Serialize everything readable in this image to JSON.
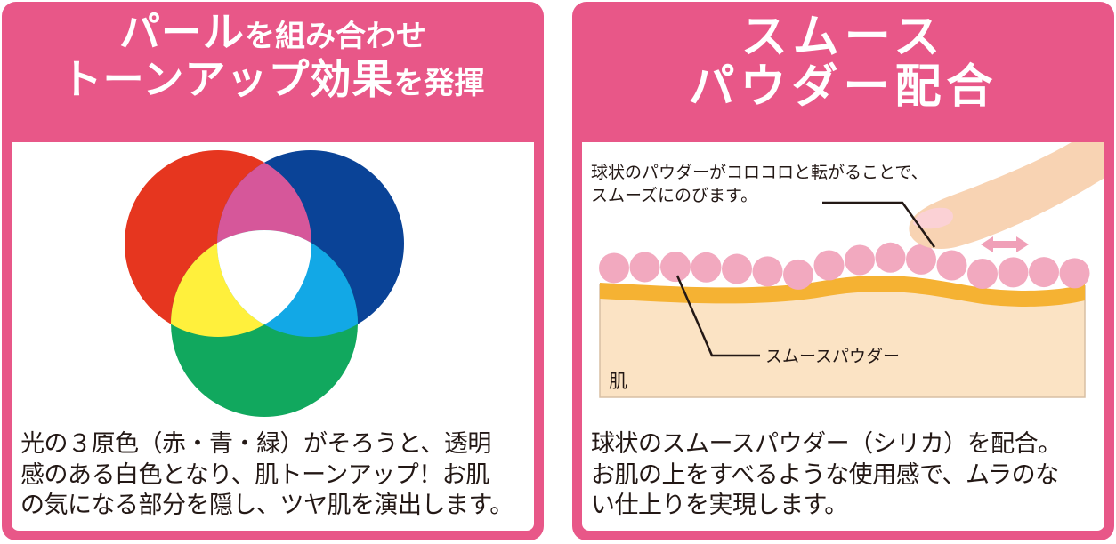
{
  "left": {
    "title_line1_big": "パール",
    "title_line1_small": "を組み合わせ",
    "title_line2_big": "トーンアップ効果",
    "title_line2_small": "を発揮",
    "desc_line1": "光の３原色（赤・青・緑）がそろうと、透明",
    "desc_line2": "感のある白色となり、肌トーンアップ！お肌",
    "desc_line3": "の気になる部分を隠し、ツヤ肌を演出します。",
    "colors": {
      "red": "#e6361f",
      "blue": "#0a4397",
      "green": "#11a85e",
      "magenta": "#d6579a",
      "yellow": "#fff03c",
      "cyan": "#12a8e6",
      "white": "#ffffff"
    }
  },
  "right": {
    "title_line1": "スムース",
    "title_line2": "パウダー配合",
    "callout_line1": "球状のパウダーがコロコロと転がることで、",
    "callout_line2": "スムーズにのびます。",
    "label_powder": "スムースパウダー",
    "label_skin": "肌",
    "desc_line1": "球状のスムースパウダー（シリカ）を配合。",
    "desc_line2": "お肌の上をすべるような使用感で、ムラのな",
    "desc_line3": "い仕上りを実現します。",
    "colors": {
      "skin": "#fbe3c4",
      "layer": "#f5b233",
      "sphere": "#f2a9bf",
      "finger": "#f8d3b3",
      "nail": "#fbd1d5",
      "arrow": "#f0a0b8"
    }
  },
  "accent_color": "#e85788"
}
